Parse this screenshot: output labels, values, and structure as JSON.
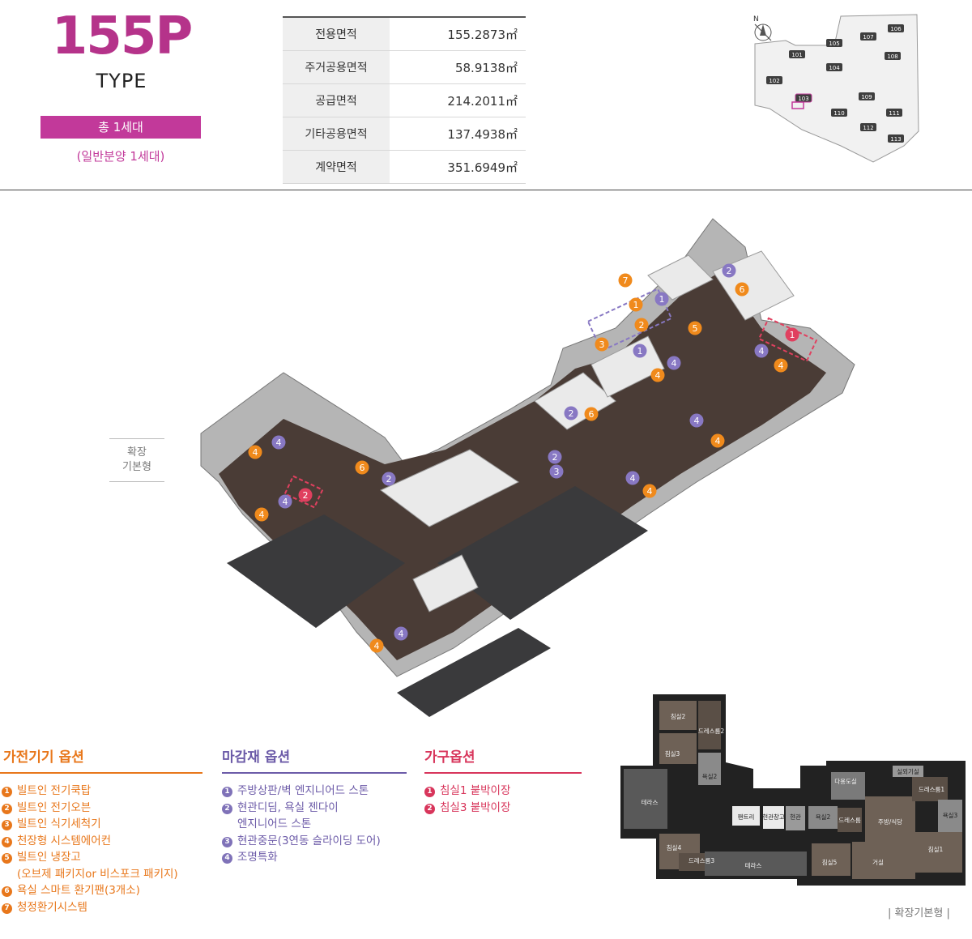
{
  "header": {
    "type_code": "155P",
    "type_word": "TYPE",
    "units_badge": "총 1세대",
    "units_sub": "(일반분양 1세대)"
  },
  "area_table": [
    {
      "label": "전용면적",
      "value": "155.2873㎡"
    },
    {
      "label": "주거공용면적",
      "value": "58.9138㎡"
    },
    {
      "label": "공급면적",
      "value": "214.2011㎡"
    },
    {
      "label": "기타공용면적",
      "value": "137.4938㎡"
    },
    {
      "label": "계약면적",
      "value": "351.6949㎡"
    }
  ],
  "site_map": {
    "compass": "N",
    "buildings": [
      "101",
      "102",
      "103",
      "104",
      "105",
      "106",
      "107",
      "108",
      "109",
      "110",
      "111",
      "112",
      "113"
    ],
    "highlight": "103",
    "highlight_color": "#c2399a"
  },
  "side_label": {
    "line1": "확장",
    "line2": "기본형"
  },
  "markers": {
    "orange": "#f08a1c",
    "purple": "#8878c3",
    "red": "#e0405f",
    "items": [
      {
        "type": "appliance",
        "n": "7"
      },
      {
        "type": "appliance",
        "n": "1"
      },
      {
        "type": "finish",
        "n": "1"
      },
      {
        "type": "appliance",
        "n": "2"
      },
      {
        "type": "appliance",
        "n": "5"
      },
      {
        "type": "appliance",
        "n": "3"
      },
      {
        "type": "finish",
        "n": "1"
      },
      {
        "type": "finish",
        "n": "4"
      },
      {
        "type": "appliance",
        "n": "4"
      },
      {
        "type": "finish",
        "n": "2"
      },
      {
        "type": "appliance",
        "n": "6"
      },
      {
        "type": "furniture",
        "n": "1"
      },
      {
        "type": "finish",
        "n": "4"
      },
      {
        "type": "appliance",
        "n": "4"
      },
      {
        "type": "finish",
        "n": "4"
      },
      {
        "type": "appliance",
        "n": "4"
      },
      {
        "type": "finish",
        "n": "2"
      },
      {
        "type": "appliance",
        "n": "6"
      },
      {
        "type": "finish",
        "n": "2"
      },
      {
        "type": "finish",
        "n": "3"
      },
      {
        "type": "finish",
        "n": "4"
      },
      {
        "type": "appliance",
        "n": "4"
      },
      {
        "type": "appliance",
        "n": "4"
      },
      {
        "type": "finish",
        "n": "4"
      },
      {
        "type": "appliance",
        "n": "6"
      },
      {
        "type": "finish",
        "n": "2"
      },
      {
        "type": "furniture",
        "n": "2"
      },
      {
        "type": "appliance",
        "n": "4"
      },
      {
        "type": "finish",
        "n": "4"
      },
      {
        "type": "appliance",
        "n": "4"
      },
      {
        "type": "finish",
        "n": "4"
      }
    ]
  },
  "legends": {
    "appliance": {
      "title": "가전기기 옵션",
      "items": [
        "빌트인 전기쿡탑",
        "빌트인 전기오븐",
        "빌트인 식기세척기",
        "천장형 시스템에어컨",
        "빌트인 냉장고"
      ],
      "item5_cont": "(오브제 패키지or 비스포크 패키지)",
      "items_b": [
        "욕실 스마트 환기팬(3개소)",
        "청정환기시스템"
      ]
    },
    "finish": {
      "title": "마감재 옵션",
      "items": [
        "주방상판/벽 엔지니어드 스톤",
        "현관디딤, 욕실 젠다이"
      ],
      "item2_cont": "엔지니어드 스톤",
      "items_b": [
        "현관중문(3연동 슬라이딩 도어)",
        "조명특화"
      ]
    },
    "furniture": {
      "title": "가구옵션",
      "items": [
        "침실1 붙박이장",
        "침실3 붙박이장"
      ]
    }
  },
  "plan": {
    "rooms": {
      "bed2": "침실2",
      "dress2": "드레스룸2",
      "bed3": "침실3",
      "bath2": "욕실2",
      "terrace_l": "테라스",
      "pantry": "팬트리",
      "storage": "현관창고",
      "entrance": "현관",
      "bath_c": "욕실2",
      "utility": "다용도실",
      "dress_c": "드레스룸",
      "kitchen": "주방/식당",
      "laundry": "실외기실",
      "dress1": "드레스룸1",
      "bath3": "욕실3",
      "bed4": "침실4",
      "dress3": "드레스룸3",
      "terrace_b": "테라스",
      "bed5": "침실5",
      "living": "거실",
      "bed1": "침실1"
    },
    "caption": "| 확장기본형 |"
  }
}
